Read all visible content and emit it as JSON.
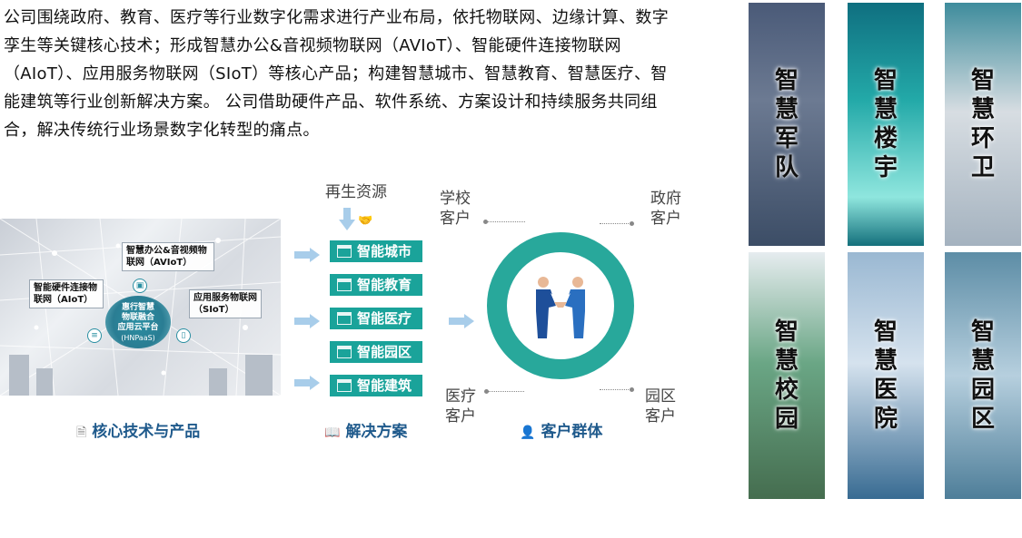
{
  "intro": "公司围绕政府、教育、医疗等行业数字化需求进行产业布局，依托物联网、边缘计算、数字孪生等关键核心技术；形成智慧办公&音视频物联网（AVIoT）、智能硬件连接物联网（AIoT）、应用服务物联网（SIoT）等核心产品；构建智慧城市、智慧教育、智慧医疗、智能建筑等行业创新解决方案。 公司借助硬件产品、软件系统、方案设计和持续服务共同组合，解决传统行业场景数字化转型的痛点。",
  "core": {
    "tag_aviot": "智慧办公&音视频物联网（AVIoT）",
    "tag_aiot": "智能硬件连接物联网（AIoT）",
    "tag_siot": "应用服务物联网（SIoT）",
    "center_line1": "惠行智慧",
    "center_line2": "物联融合",
    "center_line3": "应用云平台",
    "center_sub": "(HNPaaS)",
    "caption": "核心技术与产品"
  },
  "solutions": {
    "recycle": "再生资源",
    "items": [
      "智能城市",
      "智能教育",
      "智能医疗",
      "智能园区",
      "智能建筑"
    ],
    "caption": "解决方案"
  },
  "customers": {
    "school": "学校客户",
    "gov": "政府客户",
    "medical": "医疗客户",
    "park": "园区客户",
    "caption": "客户群体"
  },
  "tiles": [
    {
      "label": "智慧军队"
    },
    {
      "label": "智慧楼宇"
    },
    {
      "label": "智慧环卫"
    },
    {
      "label": "智慧校园"
    },
    {
      "label": "智慧医院"
    },
    {
      "label": "智慧园区"
    }
  ],
  "colors": {
    "accent": "#1aa39a",
    "caption": "#1f5a8c",
    "arrow": "#a8cdea"
  },
  "icons": {
    "core": "document-code-icon",
    "solutions": "book-icon",
    "customers": "user-icon"
  }
}
